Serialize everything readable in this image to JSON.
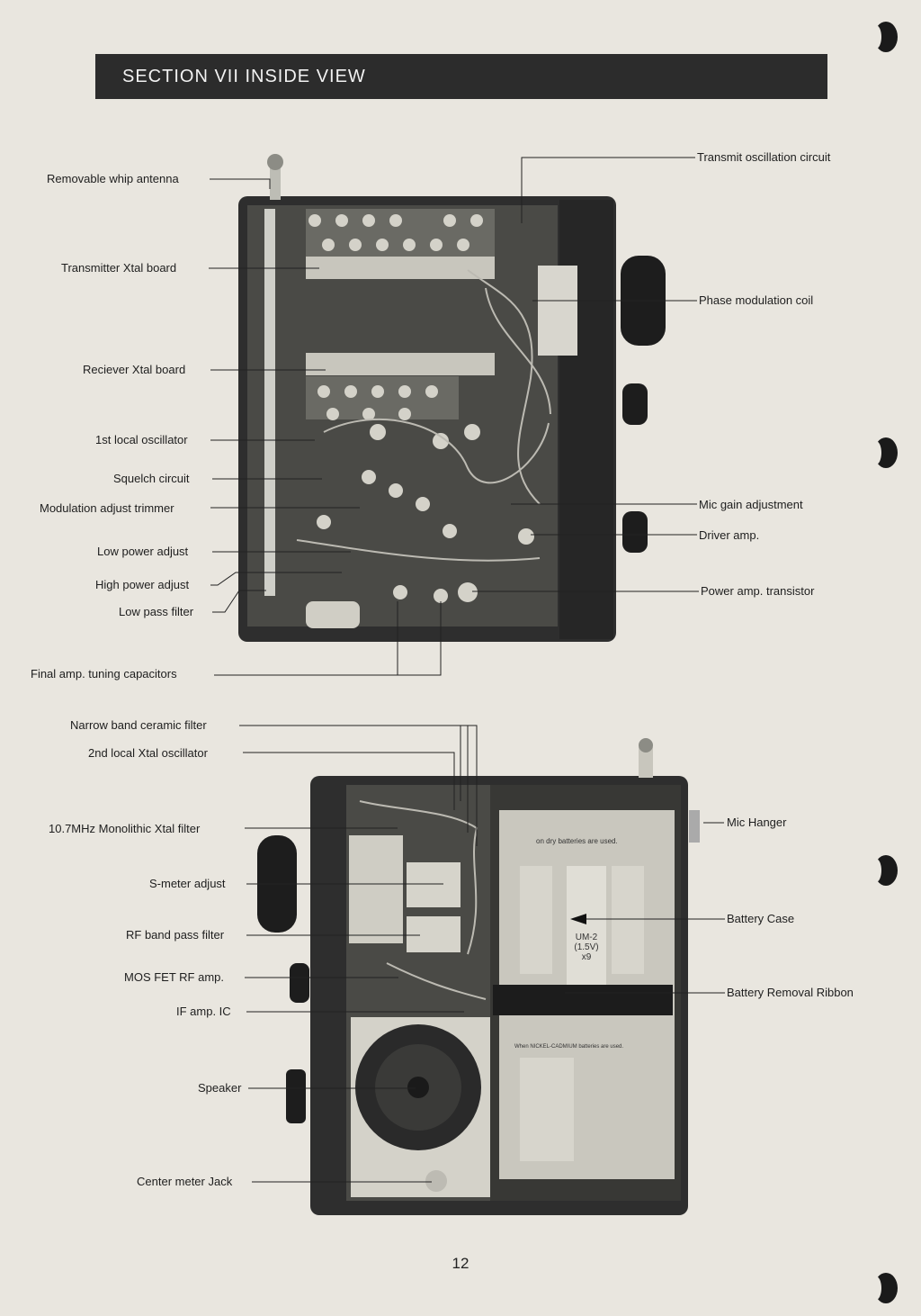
{
  "section": {
    "title": "SECTION VII  INSIDE VIEW"
  },
  "top_view": {
    "left_labels": [
      "Removable whip antenna",
      "Transmitter Xtal board",
      "Reciever Xtal board",
      "1st local oscillator",
      "Squelch circuit",
      "Modulation adjust trimmer",
      "Low power adjust",
      "High power adjust",
      "Low pass filter",
      "Final amp. tuning capacitors"
    ],
    "right_labels": [
      "Transmit oscillation circuit",
      "Phase modulation coil",
      "Mic gain adjustment",
      "Driver amp.",
      "Power amp. transistor"
    ]
  },
  "bottom_view": {
    "left_labels": [
      "Narrow band ceramic filter",
      "2nd local Xtal oscillator",
      "10.7MHz Monolithic Xtal filter",
      "S-meter adjust",
      "RF band pass filter",
      "MOS FET RF amp.",
      "IF amp. IC",
      "Speaker",
      "Center meter Jack"
    ],
    "right_labels": [
      "Mic Hanger",
      "Battery Case",
      "Battery Removal Ribbon"
    ],
    "battery_text": {
      "line1": "UM-2",
      "line2": "(1.5V)",
      "line3": "x9",
      "dry": "on dry batteries are used.",
      "nicad": "When NICKEL-CADMIUM batteries are used."
    }
  },
  "page_number": "12"
}
